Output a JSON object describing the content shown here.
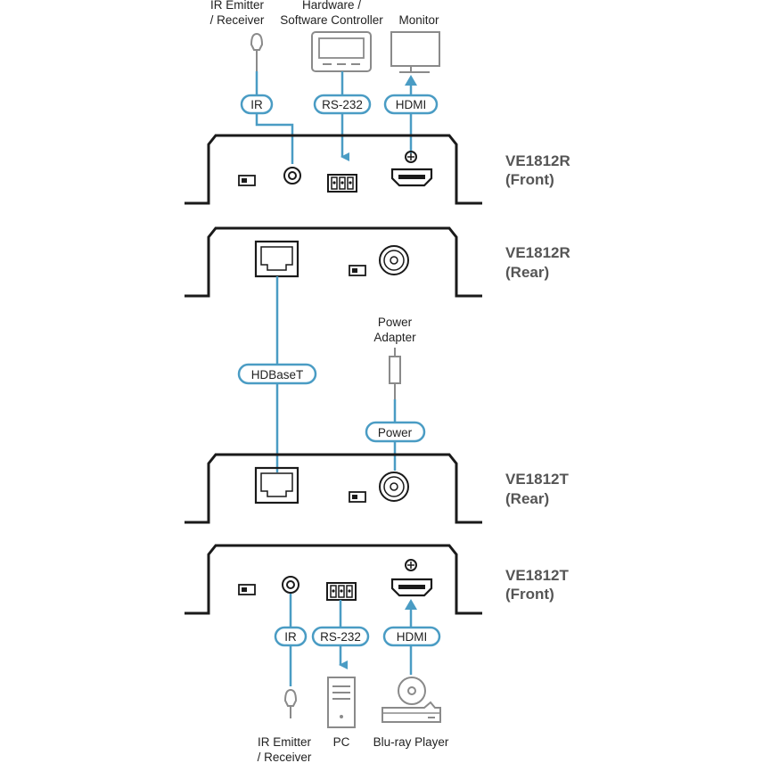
{
  "colors": {
    "cable": "#4a9cc4",
    "unit": "#1a1a1a",
    "device": "#8a8a8a",
    "model_text": "#555555"
  },
  "top_devices": {
    "ir": {
      "line1": "IR Emitter",
      "line2": "/ Receiver",
      "icon": "ir-emitter-icon"
    },
    "controller": {
      "line1": "Hardware /",
      "line2": "Software Controller",
      "icon": "controller-icon"
    },
    "monitor": {
      "label": "Monitor",
      "icon": "monitor-icon"
    }
  },
  "top_pills": {
    "ir": "IR",
    "rs232": "RS-232",
    "hdmi": "HDMI"
  },
  "units": {
    "r_front": {
      "line1": "VE1812R",
      "line2": "(Front)"
    },
    "r_rear": {
      "line1": "VE1812R",
      "line2": "(Rear)"
    },
    "t_rear": {
      "line1": "VE1812T",
      "line2": "(Rear)"
    },
    "t_front": {
      "line1": "VE1812T",
      "line2": "(Front)"
    }
  },
  "middle": {
    "hdbaset": "HDBaseT",
    "power_pill": "Power",
    "power_adapter_line1": "Power",
    "power_adapter_line2": "Adapter"
  },
  "bottom_pills": {
    "ir": "IR",
    "rs232": "RS-232",
    "hdmi": "HDMI"
  },
  "bottom_devices": {
    "ir": {
      "line1": "IR Emitter",
      "line2": "/ Receiver",
      "icon": "ir-emitter-icon"
    },
    "pc": {
      "label": "PC",
      "icon": "pc-tower-icon"
    },
    "bluray": {
      "label": "Blu-ray Player",
      "icon": "bluray-player-icon"
    }
  }
}
